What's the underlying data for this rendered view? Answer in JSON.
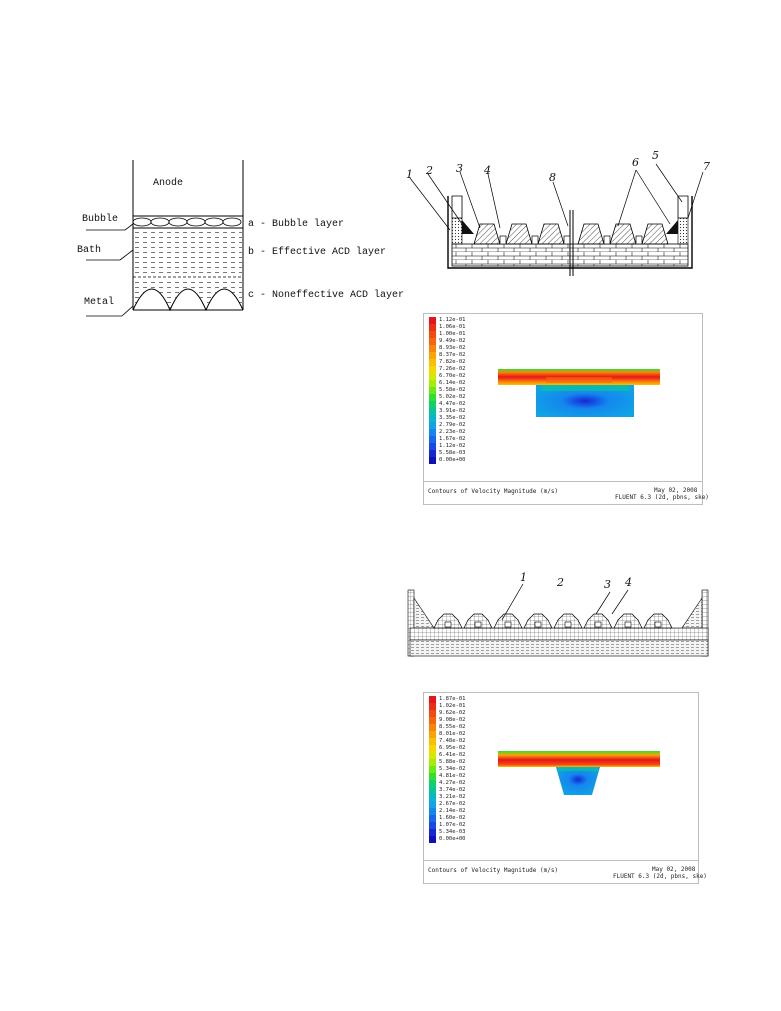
{
  "acd_diagram": {
    "anode": "Anode",
    "bubble": "Bubble",
    "bath": "Bath",
    "metal": "Metal",
    "layer_a": "a - Bubble layer",
    "layer_b": "b - Effective ACD layer",
    "layer_c": "c - Noneffective ACD layer"
  },
  "cell_top": {
    "callouts": [
      "1",
      "2",
      "3",
      "4",
      "8",
      "6",
      "5",
      "7"
    ]
  },
  "cell_bottom": {
    "callouts": [
      "1",
      "2",
      "3",
      "4"
    ]
  },
  "contour_top": {
    "legend": [
      "1.12e-01",
      "1.06e-01",
      "1.00e-01",
      "9.49e-02",
      "8.93e-02",
      "8.37e-02",
      "7.82e-02",
      "7.26e-02",
      "6.70e-02",
      "6.14e-02",
      "5.58e-02",
      "5.02e-02",
      "4.47e-02",
      "3.91e-02",
      "3.35e-02",
      "2.79e-02",
      "2.23e-02",
      "1.67e-02",
      "1.12e-02",
      "5.58e-03",
      "0.00e+00"
    ],
    "title": "Contours of Velocity Magnitude (m/s)",
    "date": "May 02, 2008",
    "solver": "FLUENT 6.3 (2d, pbns, ske)"
  },
  "contour_bottom": {
    "legend": [
      "1.87e-01",
      "1.02e-01",
      "9.62e-02",
      "9.08e-02",
      "8.55e-02",
      "8.01e-02",
      "7.48e-02",
      "6.95e-02",
      "6.41e-02",
      "5.88e-02",
      "5.34e-02",
      "4.81e-02",
      "4.27e-02",
      "3.74e-02",
      "3.21e-02",
      "2.67e-02",
      "2.14e-02",
      "1.60e-02",
      "1.07e-02",
      "5.34e-03",
      "0.00e+00"
    ],
    "title": "Contours of Velocity Magnitude (m/s)",
    "date": "May 02, 2008",
    "solver": "FLUENT 6.3 (2d, pbns, ske)"
  },
  "colors": {
    "scale": [
      "#e8141b",
      "#ef2d16",
      "#f44a10",
      "#f7650b",
      "#f98507",
      "#fba303",
      "#fdbf02",
      "#f5d800",
      "#d6e800",
      "#a6ec05",
      "#6bea15",
      "#2fe02f",
      "#10d167",
      "#08c49c",
      "#08b7c9",
      "#10a3e6",
      "#1487ee",
      "#1768ee",
      "#1a48e8",
      "#1627d6",
      "#1010b8"
    ],
    "fluid_bg": "#1c8fe0",
    "hot": "#e8141b"
  }
}
